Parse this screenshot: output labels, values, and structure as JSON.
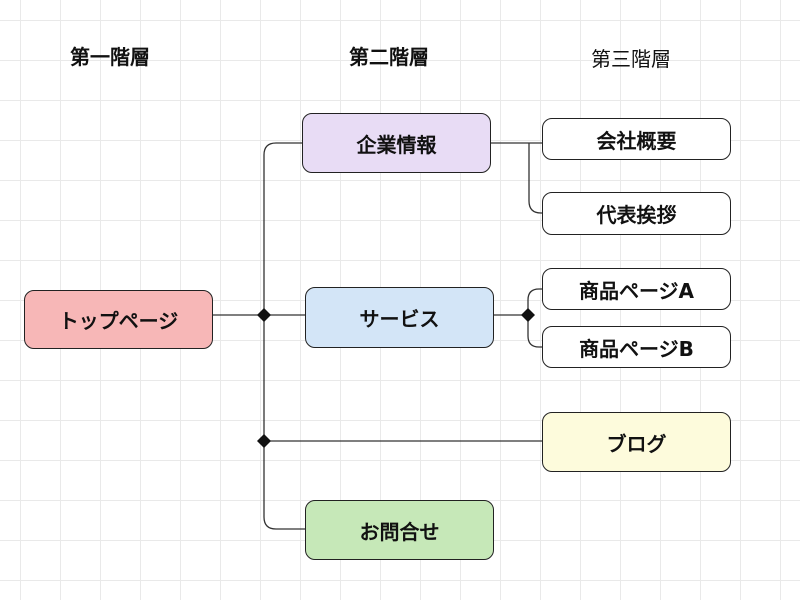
{
  "diagram": {
    "headers": {
      "level1": "第一階層",
      "level2": "第二階層",
      "level3": "第三階層"
    },
    "nodes": {
      "top_page": {
        "label": "トップページ",
        "color": "#f7b7b7"
      },
      "company_info": {
        "label": "企業情報",
        "color": "#e8dcf5"
      },
      "company_overview": {
        "label": "会社概要",
        "color": "#ffffff"
      },
      "ceo_greeting": {
        "label": "代表挨拶",
        "color": "#ffffff"
      },
      "service": {
        "label": "サービス",
        "color": "#d3e5f7"
      },
      "product_a": {
        "label": "商品ページA",
        "color": "#ffffff"
      },
      "product_b": {
        "label": "商品ページB",
        "color": "#ffffff"
      },
      "blog": {
        "label": "ブログ",
        "color": "#fdfbdc"
      },
      "contact": {
        "label": "お問合せ",
        "color": "#c6e8b8"
      }
    },
    "line_color": "#333333",
    "grid_color": "#e9e9e9"
  }
}
